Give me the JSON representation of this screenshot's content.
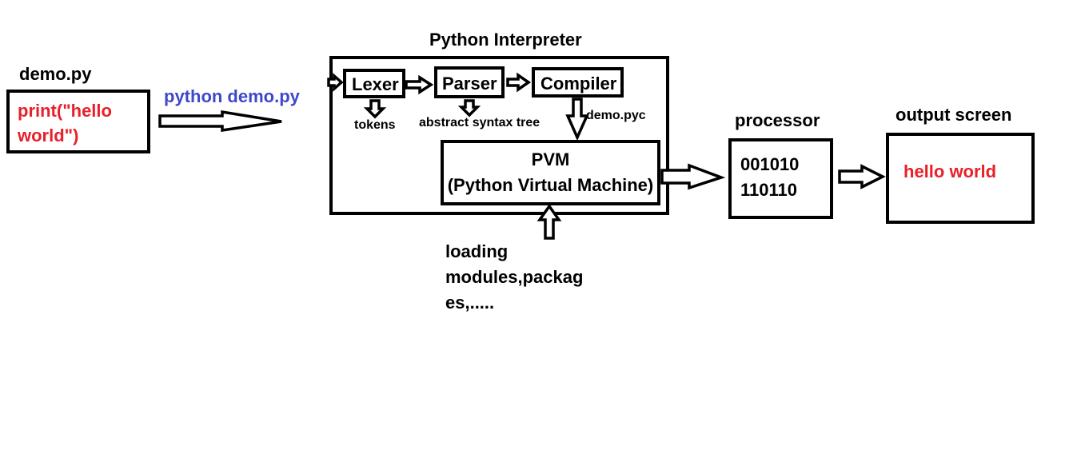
{
  "source": {
    "title": "demo.py",
    "code_line1": "print(\"hello",
    "code_line2": "world\")"
  },
  "command": "python demo.py",
  "interpreter": {
    "title": "Python Interpreter",
    "lexer": "Lexer",
    "parser": "Parser",
    "compiler": "Compiler",
    "tokens": "tokens",
    "ast": "abstract syntax tree",
    "bytecode": "demo.pyc",
    "pvm_line1": "PVM",
    "pvm_line2": "(Python Virtual Machine)"
  },
  "loading": {
    "line1": "loading",
    "line2": "modules,packag",
    "line3": "es,....."
  },
  "processor": {
    "title": "processor",
    "line1": "001010",
    "line2": "110110"
  },
  "output": {
    "title": "output screen",
    "text": "hello world"
  },
  "colors": {
    "code": "#e8202a",
    "command": "#3f48cc",
    "output_text": "#e8202a"
  }
}
